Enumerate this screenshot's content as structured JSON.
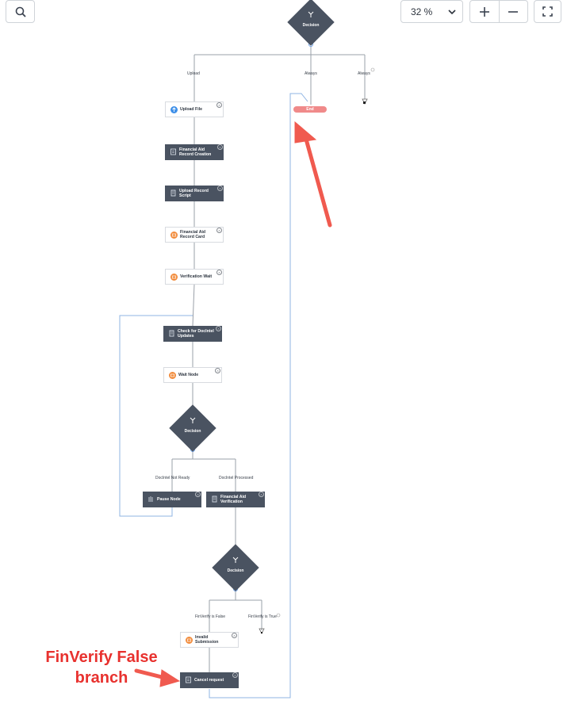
{
  "toolbar": {
    "search_icon": "search-icon",
    "zoom_value": "32 %",
    "zoom_in_icon": "plus-icon",
    "zoom_out_icon": "minus-icon",
    "fullscreen_icon": "fullscreen-icon"
  },
  "decisions": {
    "top": "Decision",
    "middle": "Decision",
    "bottom": "Decision"
  },
  "edges": {
    "upload": "Upload",
    "always_1": "Always",
    "always_2": "Always",
    "docintel_not_ready": "DocIntel Not Ready",
    "docintel_processed": "DocIntel Processed",
    "finverify_false": "FinVerify is False",
    "finverify_true": "FinVerify is True"
  },
  "end_node": "End",
  "nodes": {
    "upload_file": "Upload File",
    "financial_aid_record_creation": "Financial Aid Record Creation",
    "upload_record_script": "Upload Record Script",
    "financial_aid_record_card": "Financial Aid Record Card",
    "verification_wait": "Verification Wait",
    "check_for_docintel_updates": "Check for DocIntel Updates",
    "wait_node": "Wait Node",
    "pause_node": "Pause Node",
    "financial_aid_verification": "Financial Aid Verification",
    "invalid_submission": "Invalid Submission",
    "cancel_request": "Cancel request"
  },
  "annotation": {
    "line1": "FinVerify False",
    "line2": "branch"
  },
  "colors": {
    "dark_node": "#4a5361",
    "connector": "#9aa0a8",
    "loop_line": "#8fb4e3",
    "end_node": "#f08a8a",
    "annotation": "#e8312e",
    "icon_blue": "#3d8fe8",
    "icon_orange": "#f28b3b"
  }
}
